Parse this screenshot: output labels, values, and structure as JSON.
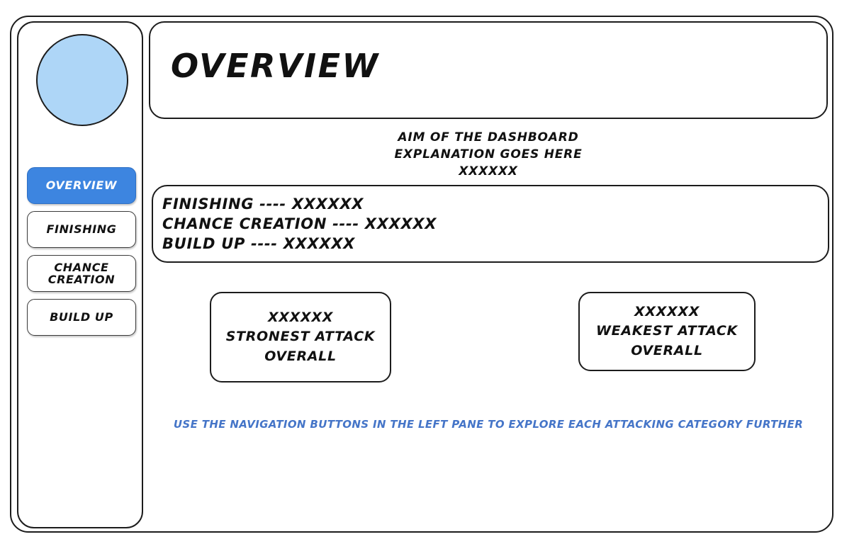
{
  "app": {
    "avatar_icon": "avatar-circle-icon",
    "accent_color": "#3d85e0",
    "avatar_color": "#aed6f7",
    "hint_color": "#4575c8",
    "border_color": "#1c1c1c"
  },
  "sidebar": {
    "items": [
      {
        "id": "overview",
        "label": "OVERVIEW",
        "lines": [
          "OVERVIEW"
        ],
        "active": true
      },
      {
        "id": "finishing",
        "label": "FINISHING",
        "lines": [
          "FINISHING"
        ],
        "active": false
      },
      {
        "id": "chance-creation",
        "label": "CHANCE CREATION",
        "lines": [
          "CHANCE",
          "CREATION"
        ],
        "active": false
      },
      {
        "id": "build-up",
        "label": "BUILD UP",
        "lines": [
          "BUILD UP"
        ],
        "active": false
      }
    ]
  },
  "header": {
    "title": "OVERVIEW"
  },
  "intro": {
    "lines": [
      "AIM OF THE DASHBOARD",
      "EXPLANATION GOES HERE",
      "XXXXXX"
    ]
  },
  "summary": {
    "lines": [
      "FINISHING ---- XXXXXX",
      "CHANCE CREATION ---- XXXXXX",
      "BUILD UP ---- XXXXXX"
    ]
  },
  "stats": [
    {
      "id": "strongest-attack",
      "lines": [
        "XXXXXX",
        "STRONEST ATTACK",
        "OVERALL"
      ]
    },
    {
      "id": "weakest-attack",
      "lines": [
        "XXXXXX",
        "WEAKEST ATTACK",
        "OVERALL"
      ]
    }
  ],
  "footer": {
    "hint": "USE THE NAVIGATION BUTTONS IN THE LEFT PANE TO EXPLORE EACH ATTACKING CATEGORY FURTHER"
  }
}
